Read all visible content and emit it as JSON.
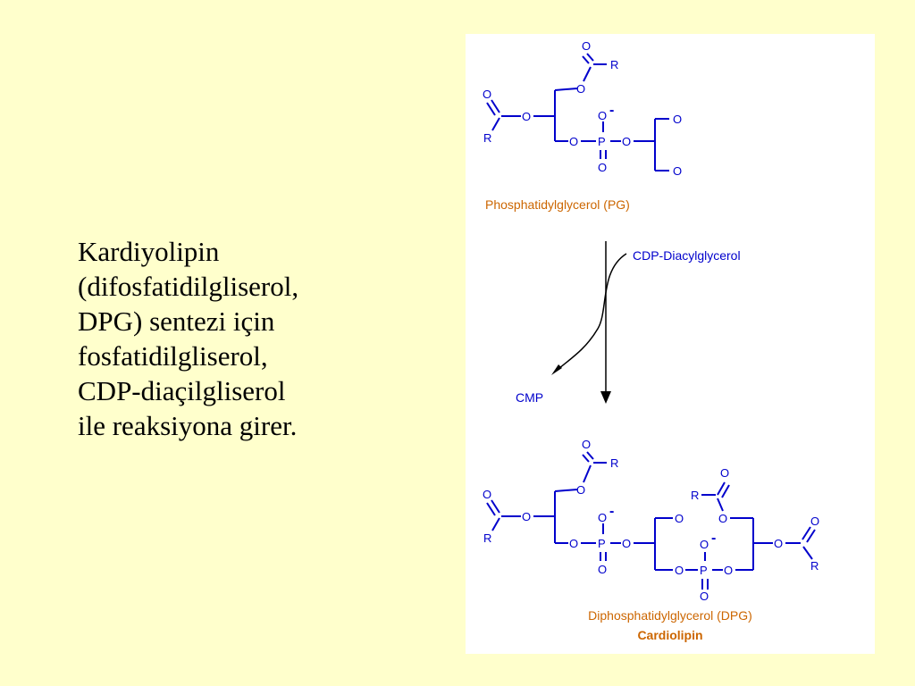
{
  "text_block": {
    "lines": [
      "Kardiyolipin",
      "(difosfatidilgliserol,",
      "DPG) sentezi için",
      "fosfatidilgliserol,",
      "CDP-diaçilgliserol",
      "ile reaksiyona girer."
    ]
  },
  "diagram": {
    "pg_caption": "Phosphatidylglycerol (PG)",
    "reagent_label": "CDP-Diacylglycerol",
    "byproduct_label": "CMP",
    "dpg_caption": "Diphosphatidylglycerol (DPG)",
    "dpg_subcaption": "Cardiolipin",
    "atoms": {
      "oxygen": "O",
      "phosphorus": "P",
      "r_group": "R",
      "charge": "-"
    }
  },
  "colors": {
    "background": "#ffffcc",
    "panel": "#ffffff",
    "structure": "#0000cc",
    "caption": "#cc6600",
    "arrow": "#000000",
    "text": "#000000"
  }
}
